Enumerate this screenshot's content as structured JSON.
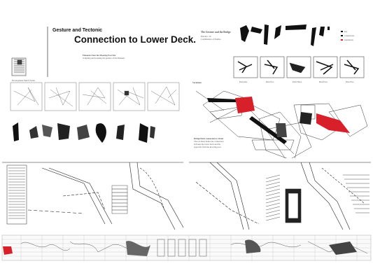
{
  "poster": {
    "heading": "Gesture and Tectonic",
    "title": "Connection to Lower Deck.",
    "subtitle_line1": "Elements from the Mooring Post Site",
    "subtitle_line2": "Sculpting and isolating the gesture of the Manuals",
    "left_caption": "Development Sketch Series",
    "right_heading": "The Gesture and the Bridge",
    "right_sub1": "Plan & 1:10",
    "right_sub2": "Combination of Studies",
    "legend_1": "key",
    "legend_2": "connections",
    "legend_3": "extensions",
    "sequence_label": "Variations",
    "frame_labels": [
      "Plan One",
      "Plan Two",
      "Plan Three",
      "Plan Four",
      "Plan Five"
    ],
    "detail_heading": "Bridge/Deck connection to Water",
    "detail_text1": "The red mass marks the connection",
    "detail_text2": "between the lower deck and the",
    "detail_text3": "approach from the mooring post"
  },
  "colors": {
    "accent": "#d8202a",
    "ink": "#111111"
  }
}
